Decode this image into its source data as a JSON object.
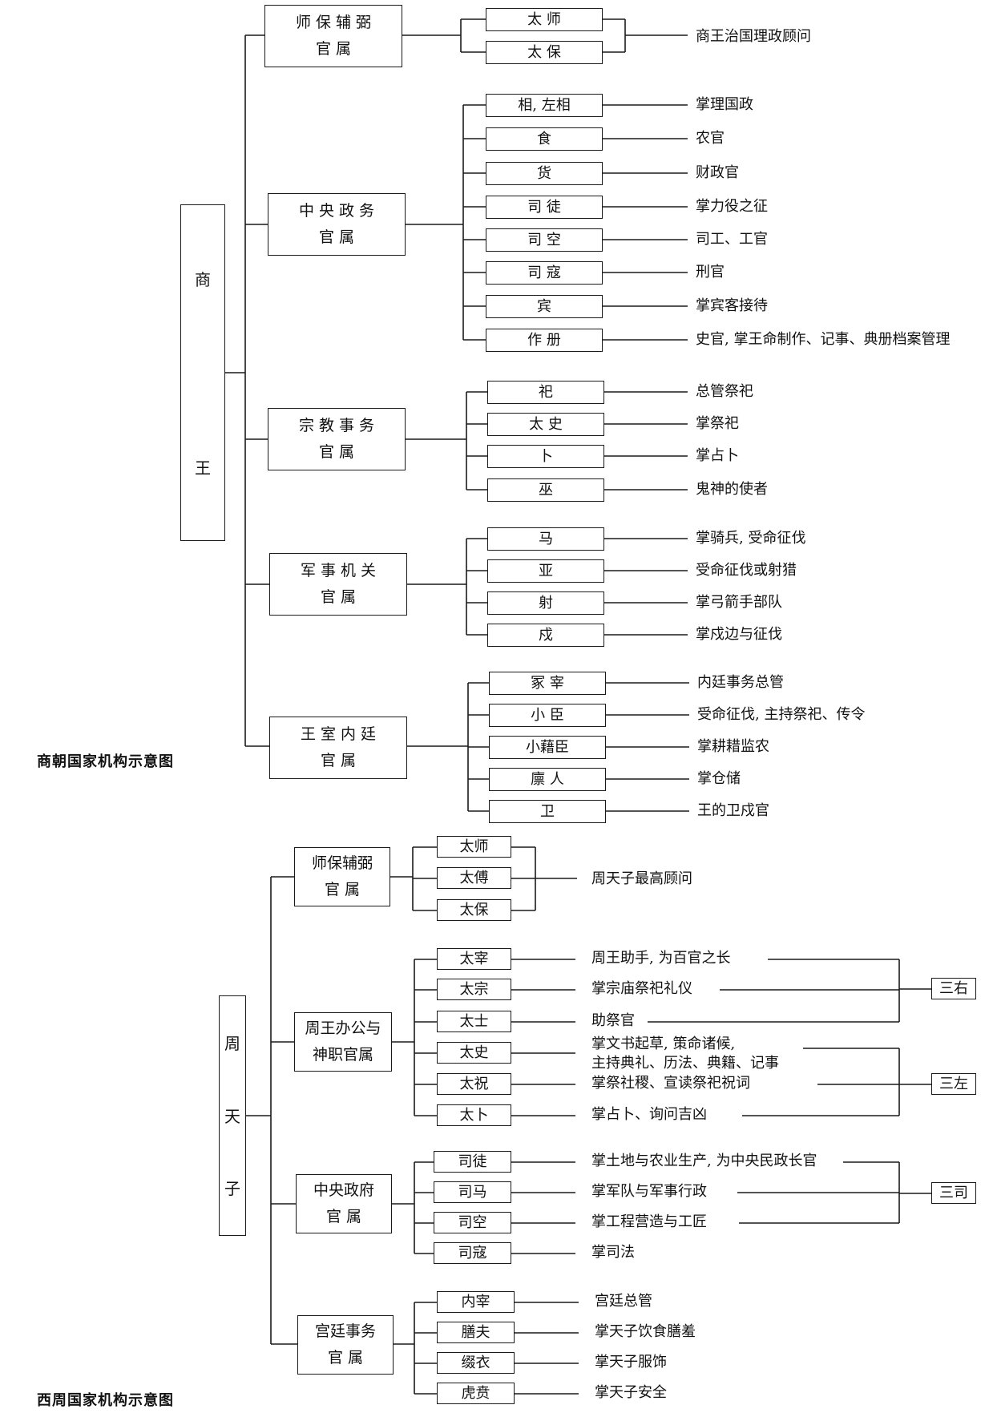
{
  "shang": {
    "caption": "商朝国家机构示意图",
    "king": [
      "商",
      "王"
    ],
    "groups": [
      {
        "name": [
          "师 保 辅 弼",
          "官 属"
        ],
        "items": [
          {
            "label": "太 师",
            "desc": ""
          },
          {
            "label": "太 保",
            "desc": ""
          }
        ],
        "shared_desc": "商王治国理政顾问"
      },
      {
        "name": [
          "中 央 政 务",
          "官 属"
        ],
        "items": [
          {
            "label": "相, 左相",
            "desc": "掌理国政"
          },
          {
            "label": "食",
            "desc": "农官"
          },
          {
            "label": "货",
            "desc": "财政官"
          },
          {
            "label": "司 徒",
            "desc": "掌力役之征"
          },
          {
            "label": "司 空",
            "desc": "司工、工官"
          },
          {
            "label": "司 寇",
            "desc": "刑官"
          },
          {
            "label": "宾",
            "desc": "掌宾客接待"
          },
          {
            "label": "作 册",
            "desc": "史官, 掌王命制作、记事、典册档案管理"
          }
        ]
      },
      {
        "name": [
          "宗 教 事 务",
          "官 属"
        ],
        "items": [
          {
            "label": "祀",
            "desc": "总管祭祀"
          },
          {
            "label": "太 史",
            "desc": "掌祭祀"
          },
          {
            "label": "卜",
            "desc": "掌占卜"
          },
          {
            "label": "巫",
            "desc": "鬼神的使者"
          }
        ]
      },
      {
        "name": [
          "军 事 机 关",
          "官 属"
        ],
        "items": [
          {
            "label": "马",
            "desc": "掌骑兵, 受命征伐"
          },
          {
            "label": "亚",
            "desc": "受命征伐或射猎"
          },
          {
            "label": "射",
            "desc": "掌弓箭手部队"
          },
          {
            "label": "戍",
            "desc": "掌戍边与征伐"
          }
        ]
      },
      {
        "name": [
          "王 室 内 廷",
          "官 属"
        ],
        "items": [
          {
            "label": "冢 宰",
            "desc": "内廷事务总管"
          },
          {
            "label": "小 臣",
            "desc": "受命征伐, 主持祭祀、传令"
          },
          {
            "label": "小藉臣",
            "desc": "掌耕耤监农"
          },
          {
            "label": "廪 人",
            "desc": "掌仓储"
          },
          {
            "label": "卫",
            "desc": "王的卫戍官"
          }
        ]
      }
    ]
  },
  "zhou": {
    "caption": "西周国家机构示意图",
    "king": [
      "周",
      "天",
      "子"
    ],
    "groups": [
      {
        "name": [
          "师保辅弼",
          "官 属"
        ],
        "items": [
          {
            "label": "太师",
            "desc": ""
          },
          {
            "label": "太傅",
            "desc": ""
          },
          {
            "label": "太保",
            "desc": ""
          }
        ],
        "shared_desc": "周天子最高顾问"
      },
      {
        "name": [
          "周王办公与",
          "神职官属"
        ],
        "items": [
          {
            "label": "太宰",
            "desc": "周王助手, 为百官之长"
          },
          {
            "label": "太宗",
            "desc": "掌宗庙祭祀礼仪"
          },
          {
            "label": "太士",
            "desc": "助祭官"
          },
          {
            "label": "太史",
            "desc": "掌文书起草, 策命诸候,\n主持典礼、历法、典籍、记事"
          },
          {
            "label": "太祝",
            "desc": "掌祭社稷、宣读祭祀祝词"
          },
          {
            "label": "太卜",
            "desc": "掌占卜、询问吉凶"
          }
        ]
      },
      {
        "name": [
          "中央政府",
          "官 属"
        ],
        "items": [
          {
            "label": "司徒",
            "desc": "掌土地与农业生产, 为中央民政长官"
          },
          {
            "label": "司马",
            "desc": "掌军队与军事行政"
          },
          {
            "label": "司空",
            "desc": "掌工程营造与工匠"
          },
          {
            "label": "司寇",
            "desc": "掌司法"
          }
        ]
      },
      {
        "name": [
          "宫廷事务",
          "官 属"
        ],
        "items": [
          {
            "label": "内宰",
            "desc": "宫廷总管"
          },
          {
            "label": "膳夫",
            "desc": "掌天子饮食膳羞"
          },
          {
            "label": "缀衣",
            "desc": "掌天子服饰"
          },
          {
            "label": "虎贲",
            "desc": "掌天子安全"
          }
        ]
      }
    ],
    "brackets": [
      "三右",
      "三左",
      "三司"
    ]
  }
}
